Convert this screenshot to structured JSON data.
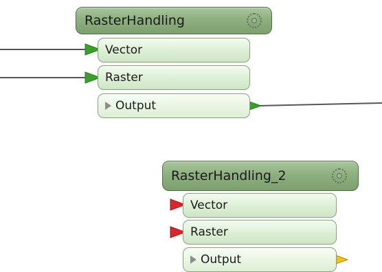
{
  "transformers": [
    {
      "title": "RasterHandling",
      "ports": {
        "input1": "Vector",
        "input2": "Raster",
        "output": "Output"
      },
      "input_connector_color": "#3aa02b",
      "output_connector_color": "#3aa02b",
      "connected": true
    },
    {
      "title": "RasterHandling_2",
      "ports": {
        "input1": "Vector",
        "input2": "Raster",
        "output": "Output"
      },
      "input_connector_color": "#d9262b",
      "output_connector_color": "#f0c020",
      "connected": false
    }
  ],
  "icons": {
    "settings": "gear-icon",
    "output_marker": "play-triangle-icon"
  },
  "colors": {
    "header_green": "#8eb080",
    "port_green": "#dcefd4",
    "link_line": "#555555"
  }
}
